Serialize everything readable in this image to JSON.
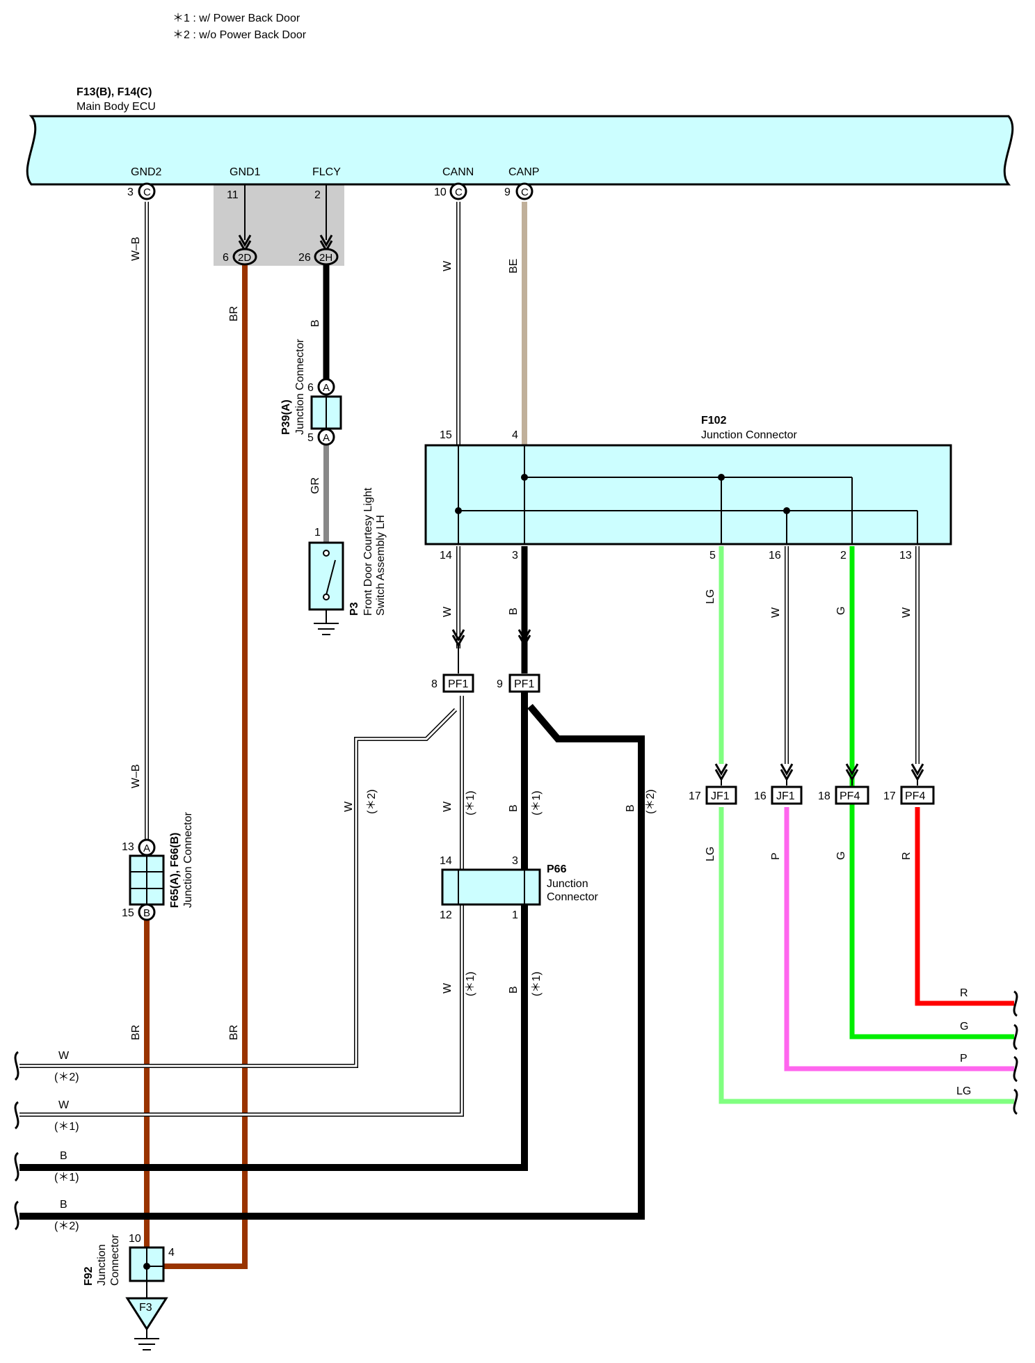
{
  "notes": [
    "＊1 : w/ Power Back Door",
    "＊2 : w/o Power Back Door"
  ],
  "ecu": {
    "id": "F13(B), F14(C)",
    "name": "Main Body ECU",
    "pins": [
      {
        "name": "GND2",
        "num": "3",
        "conn": "C"
      },
      {
        "name": "GND1",
        "num": "11"
      },
      {
        "name": "FLCY",
        "num": "2"
      },
      {
        "name": "CANN",
        "num": "10",
        "conn": "C"
      },
      {
        "name": "CANP",
        "num": "9",
        "conn": "C"
      }
    ]
  },
  "inline": [
    {
      "num": "6",
      "code": "2D"
    },
    {
      "num": "26",
      "code": "2H"
    }
  ],
  "p39": {
    "id": "P39(A)",
    "name": "Junction Connector",
    "pin_top": "6",
    "pin_bottom": "5",
    "conn": "A"
  },
  "p3": {
    "id": "P3",
    "name_line1": "Front Door Courtesy Light",
    "name_line2": "Switch Assembly LH",
    "pin": "1"
  },
  "f102": {
    "id": "F102",
    "name": "Junction Connector",
    "top_pins": [
      "15",
      "4"
    ],
    "bottom_pins": [
      "14",
      "3",
      "5",
      "16",
      "2",
      "13"
    ]
  },
  "pf1": [
    {
      "num": "8",
      "code": "PF1"
    },
    {
      "num": "9",
      "code": "PF1"
    }
  ],
  "lower_conns": [
    {
      "num": "17",
      "code": "JF1"
    },
    {
      "num": "16",
      "code": "JF1"
    },
    {
      "num": "18",
      "code": "PF4"
    },
    {
      "num": "17",
      "code": "PF4"
    }
  ],
  "p66": {
    "id": "P66",
    "name_line1": "Junction",
    "name_line2": "Connector",
    "pins": [
      "14",
      "3",
      "12",
      "1"
    ]
  },
  "f65": {
    "id": "F65(A), F66(B)",
    "name": "Junction Connector",
    "pin_top": "13",
    "conn_top": "A",
    "pin_bottom": "15",
    "conn_bottom": "B"
  },
  "f92": {
    "id": "F92",
    "name_line1": "Junction",
    "name_line2": "Connector",
    "pin_top": "10",
    "pin_right": "4"
  },
  "ground_label": "F3",
  "wire_labels": {
    "wb": "W–B",
    "br": "BR",
    "b": "B",
    "w": "W",
    "be": "BE",
    "gr": "GR",
    "lg": "LG",
    "g": "G",
    "p": "P",
    "r": "R"
  },
  "variants": {
    "v1": "(＊1)",
    "v2": "(＊2)"
  },
  "colors": {
    "brown": "#993300",
    "beige": "#c0b09a",
    "gray": "#888888",
    "light_green": "#80ff80",
    "green": "#00ee00",
    "pink": "#ff66ee",
    "red": "#ff0000",
    "box": "#ccfeff",
    "shade": "#cccccc"
  }
}
